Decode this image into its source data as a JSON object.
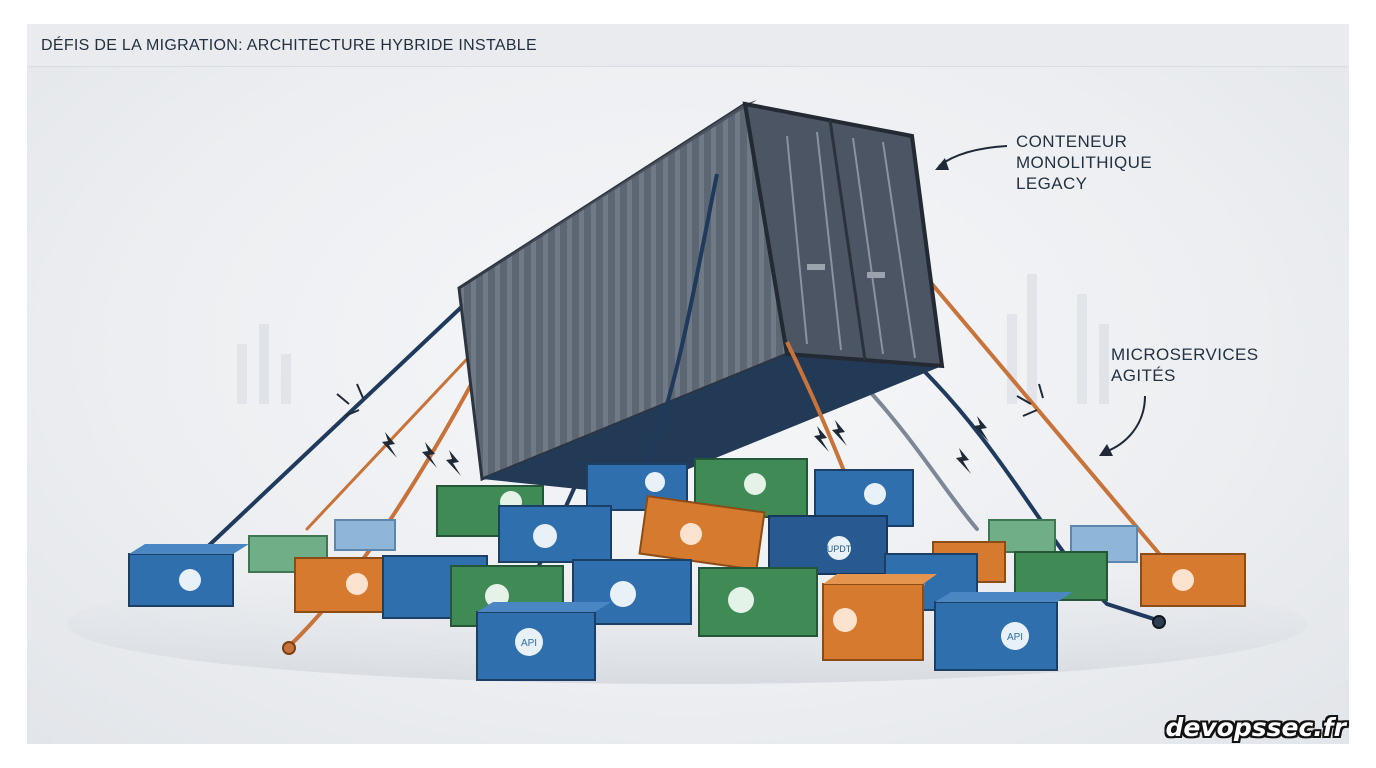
{
  "header": {
    "title": "Défis de la migration: Architecture hybride instable"
  },
  "labels": {
    "monolith": [
      "CONTENEUR",
      "MONOLITHIQUE",
      "LEGACY"
    ],
    "microservices": [
      "MICROSERVICES",
      "AGITÉS"
    ]
  },
  "icons": {
    "database": "database-icon",
    "gear": "gear-icon",
    "api": "api-icon",
    "arrow": "arrow-left-icon",
    "cloud": "cloud-icon",
    "server": "server-icon"
  },
  "container_badges": {
    "api": "API",
    "update": "UPDT"
  },
  "colors": {
    "monolith": "#4b5563",
    "blue": "#2f6fae",
    "green": "#3f8a55",
    "orange": "#d57a2e",
    "cable_dark": "#1f3a5c",
    "cable_orange": "#c8733a"
  },
  "watermark": "devopssec.fr"
}
